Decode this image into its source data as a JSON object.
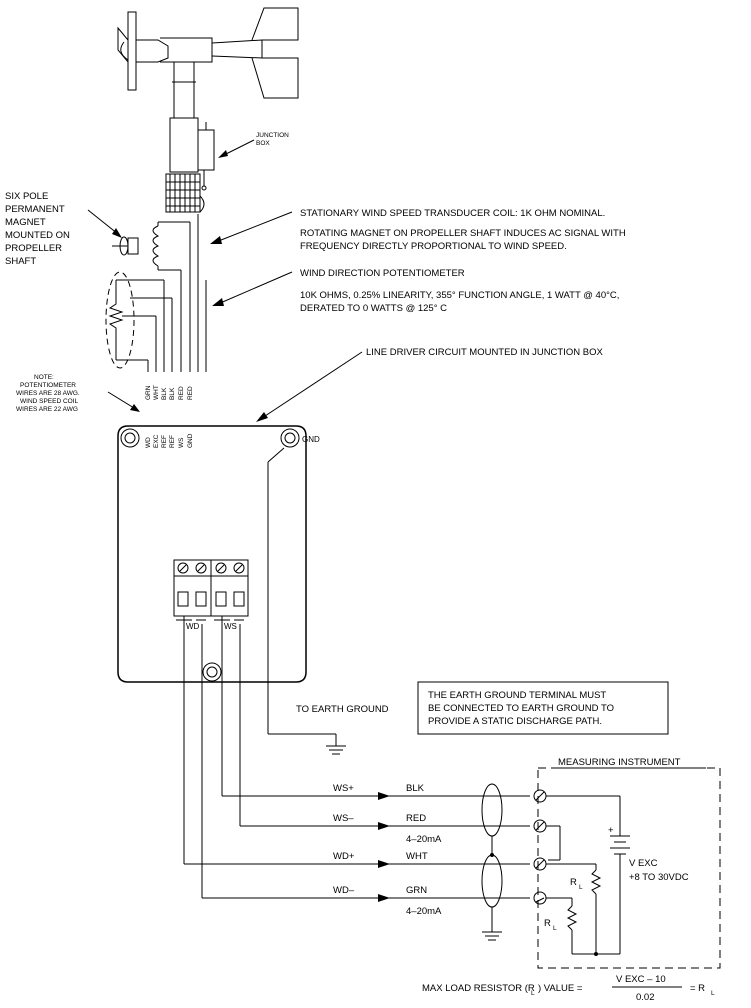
{
  "labels": {
    "junction_box": [
      "JUNCTION",
      "BOX"
    ],
    "magnet": [
      "SIX POLE",
      "PERMANENT",
      "MAGNET",
      "MOUNTED ON",
      "PROPELLER",
      "SHAFT"
    ],
    "coil_title": "STATIONARY WIND SPEED TRANSDUCER COIL: 1K OHM NOMINAL.",
    "coil_desc": [
      "ROTATING MAGNET ON PROPELLER SHAFT INDUCES AC SIGNAL WITH",
      "FREQUENCY DIRECTLY PROPORTIONAL TO WIND SPEED."
    ],
    "pot_title": "WIND DIRECTION POTENTIOMETER",
    "pot_desc": [
      "10K OHMS, 0.25% LINEARITY, 355° FUNCTION ANGLE, 1 WATT @ 40°C,",
      "DERATED TO 0 WATTS @ 125° C"
    ],
    "line_driver": "LINE DRIVER CIRCUIT MOUNTED IN JUNCTION BOX",
    "note": [
      "NOTE:",
      "POTENTIOMETER",
      "WIRES ARE 28 AWG.",
      "WIND SPEED COIL",
      "WIRES ARE 22 AWG"
    ],
    "wire_colors_top": [
      "GRN",
      "WHT",
      "BLK",
      "BLK",
      "RED",
      "RED"
    ],
    "terminals_top": [
      "WD",
      "EXC",
      "REF",
      "REF",
      "WS",
      "GND"
    ],
    "gnd": "GND",
    "wd": "WD",
    "ws": "WS",
    "to_earth": "TO EARTH GROUND",
    "earth_note": [
      "THE EARTH GROUND TERMINAL MUST",
      "BE CONNECTED TO EARTH GROUND TO",
      "PROVIDE A STATIC DISCHARGE PATH."
    ],
    "measuring": "MEASURING INSTRUMENT",
    "ws_plus": "WS+",
    "ws_minus": "WS–",
    "wd_plus": "WD+",
    "wd_minus": "WD–",
    "blk": "BLK",
    "red": "RED",
    "wht": "WHT",
    "grn": "GRN",
    "ma1": "4–20mA",
    "ma2": "4–20mA",
    "rl": "R",
    "rl_sub": "L",
    "plus_sign": "+",
    "vexc": "V EXC",
    "vexc_range": "+8 TO 30VDC",
    "formula_left": "MAX LOAD RESISTOR (R",
    "formula_left_sub": "L",
    "formula_mid": ") VALUE =",
    "formula_num": "V EXC – 10",
    "formula_den": "0.02",
    "formula_right": "= R",
    "formula_right_sub": "L"
  }
}
